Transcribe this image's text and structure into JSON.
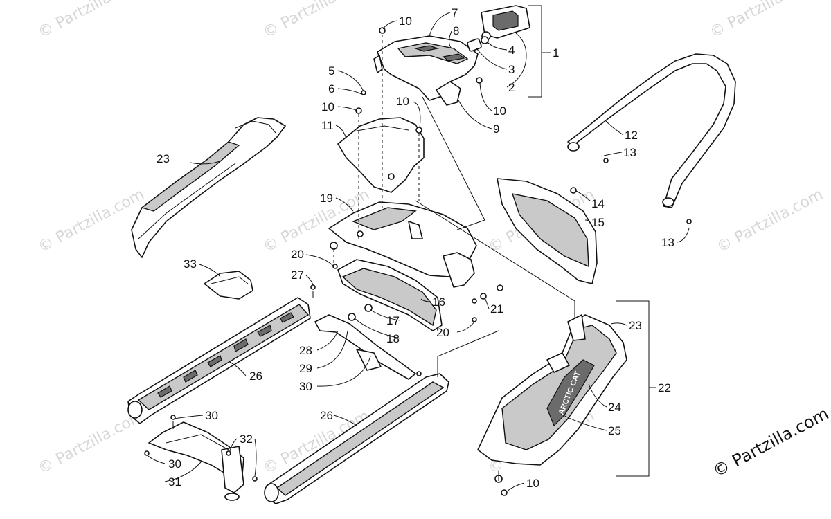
{
  "watermark": {
    "text": "© Partzilla.com"
  },
  "copyright": {
    "text": "© Partzilla.com"
  },
  "callouts": [
    {
      "id": "c10a",
      "label": "10"
    },
    {
      "id": "c7",
      "label": "7"
    },
    {
      "id": "c8",
      "label": "8"
    },
    {
      "id": "c1",
      "label": "1"
    },
    {
      "id": "c4",
      "label": "4"
    },
    {
      "id": "c3",
      "label": "3"
    },
    {
      "id": "c2",
      "label": "2"
    },
    {
      "id": "c5",
      "label": "5"
    },
    {
      "id": "c6",
      "label": "6"
    },
    {
      "id": "c10b",
      "label": "10"
    },
    {
      "id": "c10c",
      "label": "10"
    },
    {
      "id": "c10d",
      "label": "10"
    },
    {
      "id": "c9",
      "label": "9"
    },
    {
      "id": "c11",
      "label": "11"
    },
    {
      "id": "c12",
      "label": "12"
    },
    {
      "id": "c13a",
      "label": "13"
    },
    {
      "id": "c23a",
      "label": "23"
    },
    {
      "id": "c19",
      "label": "19"
    },
    {
      "id": "c14",
      "label": "14"
    },
    {
      "id": "c15",
      "label": "15"
    },
    {
      "id": "c13b",
      "label": "13"
    },
    {
      "id": "c33",
      "label": "33"
    },
    {
      "id": "c20a",
      "label": "20"
    },
    {
      "id": "c27",
      "label": "27"
    },
    {
      "id": "c16",
      "label": "16"
    },
    {
      "id": "c21",
      "label": "21"
    },
    {
      "id": "c17",
      "label": "17"
    },
    {
      "id": "c18",
      "label": "18"
    },
    {
      "id": "c20b",
      "label": "20"
    },
    {
      "id": "c23b",
      "label": "23"
    },
    {
      "id": "c28",
      "label": "28"
    },
    {
      "id": "c29",
      "label": "29"
    },
    {
      "id": "c26a",
      "label": "26"
    },
    {
      "id": "c30a",
      "label": "30"
    },
    {
      "id": "c22",
      "label": "22"
    },
    {
      "id": "c24",
      "label": "24"
    },
    {
      "id": "c25",
      "label": "25"
    },
    {
      "id": "c30b",
      "label": "30"
    },
    {
      "id": "c26b",
      "label": "26"
    },
    {
      "id": "c32",
      "label": "32"
    },
    {
      "id": "c30c",
      "label": "30"
    },
    {
      "id": "c31",
      "label": "31"
    },
    {
      "id": "c10e",
      "label": "10"
    }
  ],
  "decal": {
    "text": "ARCTIC CAT"
  }
}
